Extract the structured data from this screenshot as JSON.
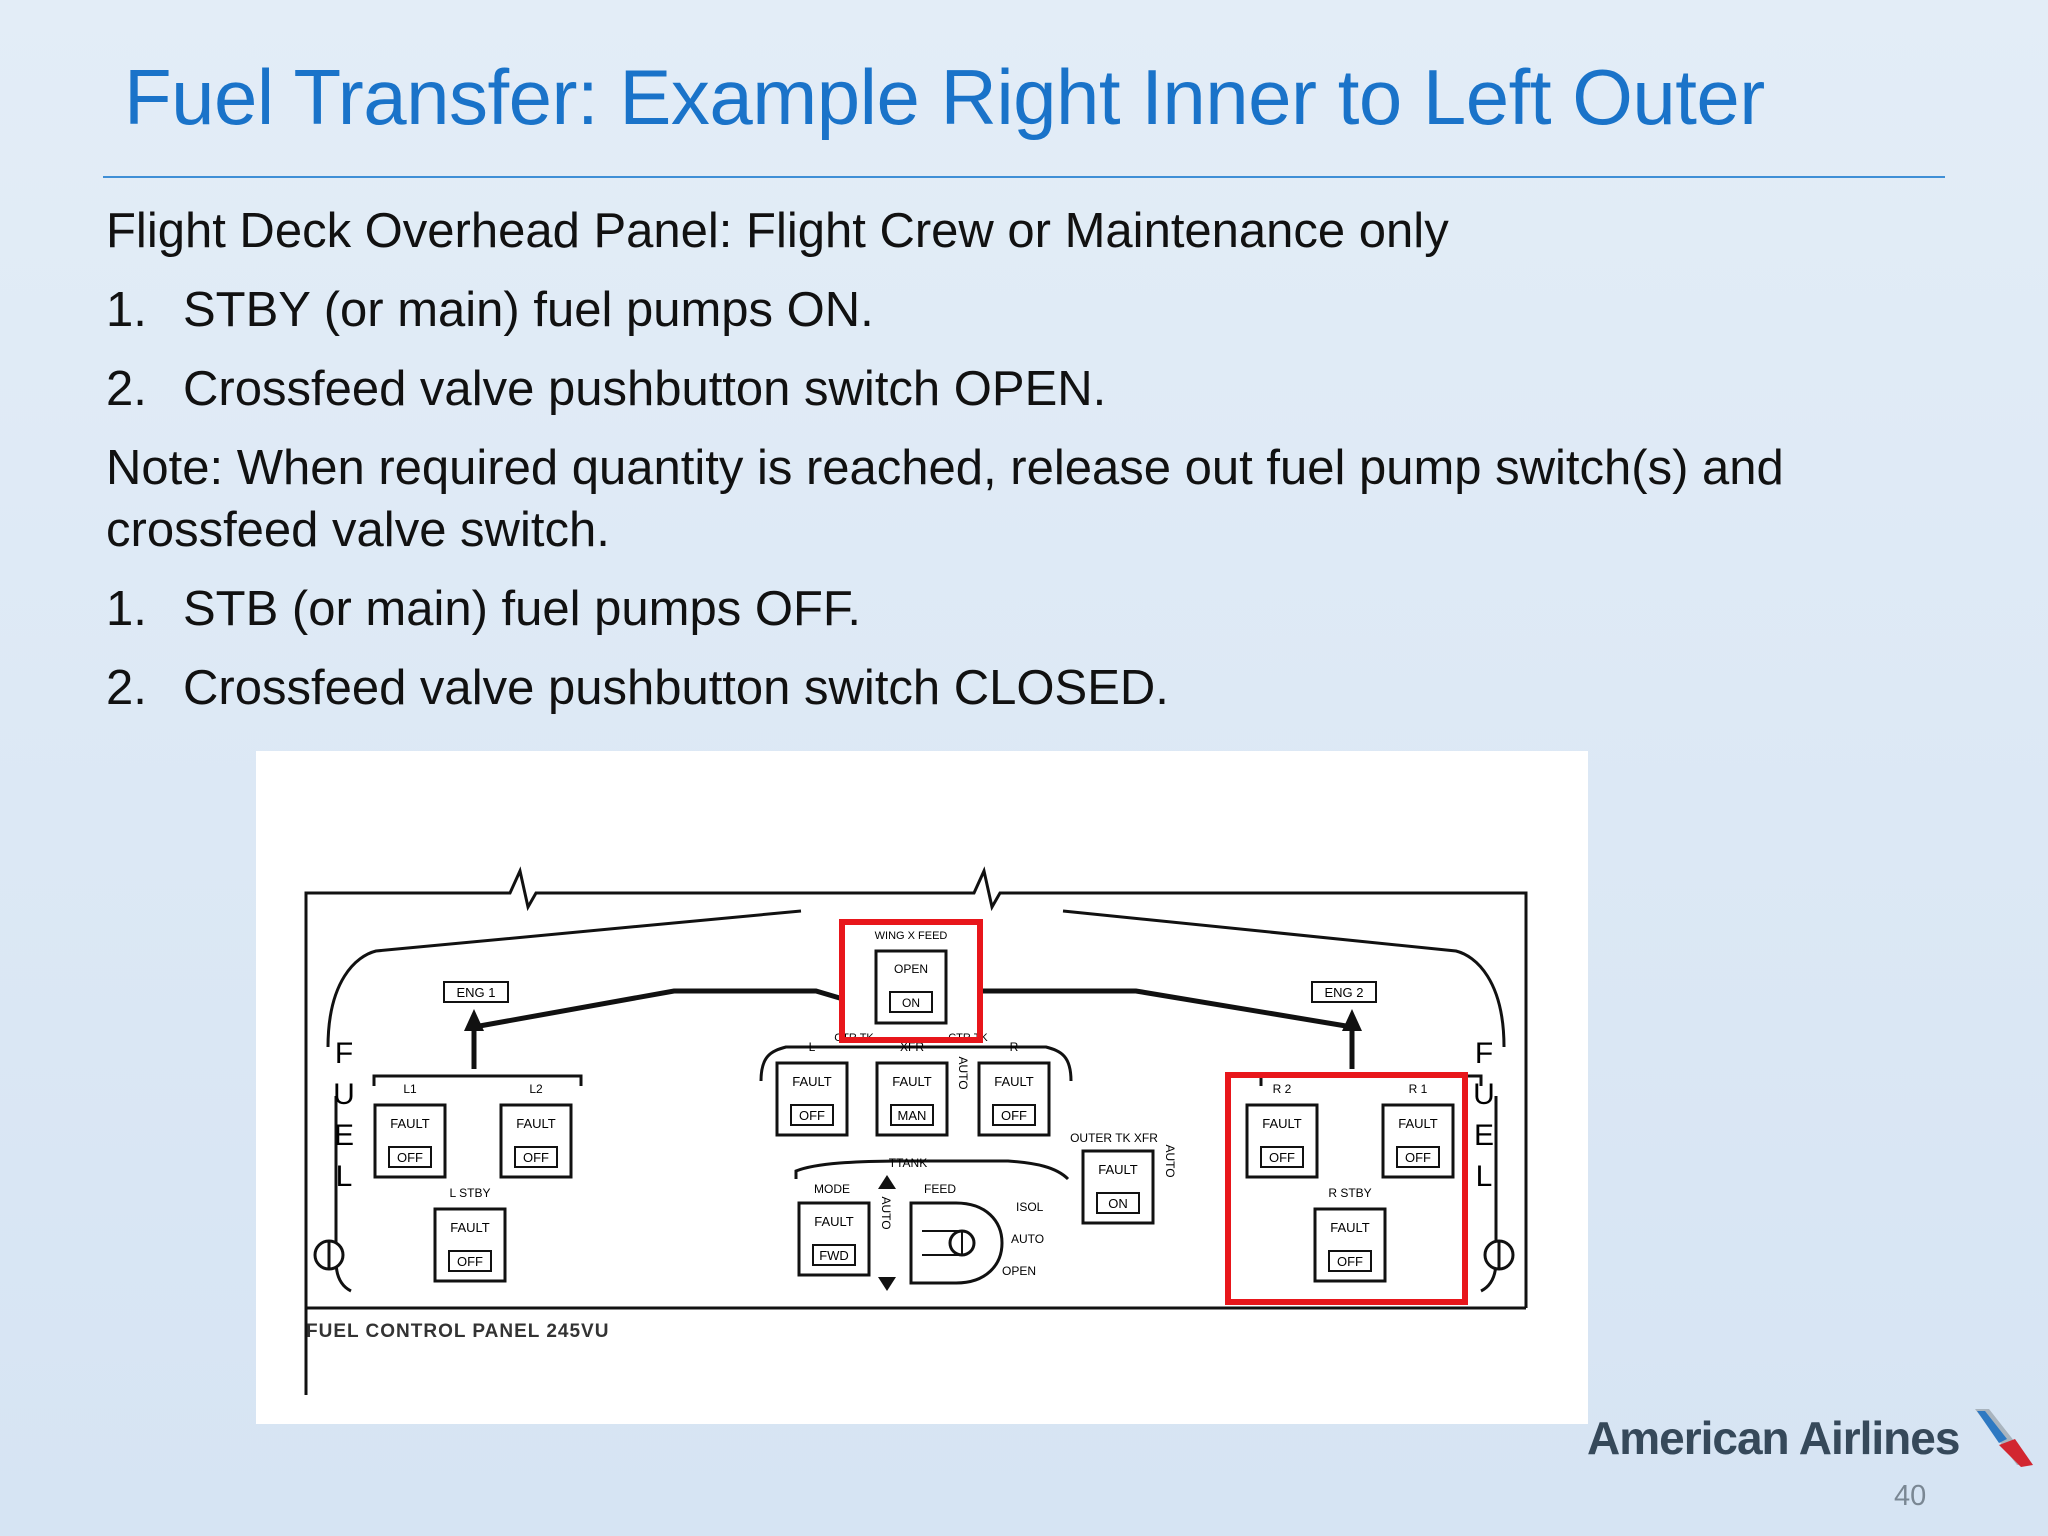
{
  "slide": {
    "title": "Fuel Transfer: Example Right Inner to Left Outer",
    "intro": "Flight Deck Overhead Panel: Flight Crew or Maintenance only",
    "steps_on": [
      {
        "num": "1.",
        "text": "STBY (or main) fuel pumps ON."
      },
      {
        "num": "2.",
        "text": "Crossfeed valve pushbutton switch OPEN."
      }
    ],
    "note": "Note: When required quantity is reached, release out fuel pump switch(s) and crossfeed valve switch.",
    "steps_off": [
      {
        "num": "1.",
        "text": "STB (or main) fuel pumps OFF."
      },
      {
        "num": "2.",
        "text": "Crossfeed valve pushbutton switch CLOSED."
      }
    ],
    "page_number": "40"
  },
  "brand": {
    "name": "American Airlines",
    "logo_icon": "american-airlines-eagle-icon"
  },
  "panel": {
    "caption": "FUEL CONTROL PANEL 245VU",
    "side_label": [
      "F",
      "U",
      "E",
      "L"
    ],
    "eng1": "ENG 1",
    "eng2": "ENG 2",
    "wing_xfeed": {
      "label": "WING X FEED",
      "top": "OPEN",
      "bottom": "ON"
    },
    "left_pumps": [
      {
        "label": "L1",
        "top": "FAULT",
        "bottom": "OFF"
      },
      {
        "label": "L2",
        "top": "FAULT",
        "bottom": "OFF"
      },
      {
        "label": "L STBY",
        "top": "FAULT",
        "bottom": "OFF"
      }
    ],
    "center_pumps": [
      {
        "label": "L",
        "top": "FAULT",
        "bottom": "OFF"
      },
      {
        "label": "XFR",
        "top": "FAULT",
        "bottom": "MAN"
      },
      {
        "label": "R",
        "top": "FAULT",
        "bottom": "OFF"
      }
    ],
    "ctr_tk": "CTR TK",
    "auto": "AUTO",
    "ttank": "TTANK",
    "mode": {
      "label": "MODE",
      "top": "FAULT",
      "bottom": "FWD"
    },
    "feed": {
      "label": "FEED",
      "positions": [
        "ISOL",
        "AUTO",
        "OPEN"
      ]
    },
    "outer_tk_xfr": {
      "label": "OUTER TK XFR",
      "top": "FAULT",
      "bottom": "ON"
    },
    "right_pumps": [
      {
        "label": "R 2",
        "top": "FAULT",
        "bottom": "OFF"
      },
      {
        "label": "R 1",
        "top": "FAULT",
        "bottom": "OFF"
      },
      {
        "label": "R STBY",
        "top": "FAULT",
        "bottom": "OFF"
      }
    ],
    "highlight_color": "#e8161b"
  }
}
